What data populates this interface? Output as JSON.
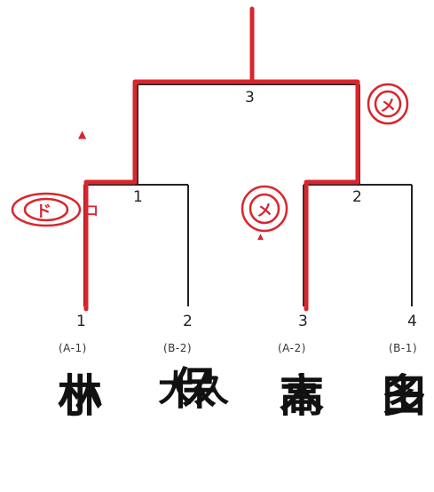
{
  "bracket": {
    "final_match_number": "3",
    "semifinal_left_number": "1",
    "semifinal_right_number": "2",
    "slots": [
      {
        "number": "1",
        "seed": "(A-1)",
        "name_line1": "小",
        "name_line2": "林"
      },
      {
        "number": "2",
        "seed": "(B-2)",
        "name_line1": "大久",
        "name_line2": "保"
      },
      {
        "number": "3",
        "seed": "(A-2)",
        "name_line1": "高",
        "name_line2": "木"
      },
      {
        "number": "4",
        "seed": "(B-1)",
        "name_line1": "多",
        "name_line2": "田"
      }
    ]
  },
  "annotations": {
    "win_mark_final": "メ",
    "win_mark_left": "ド",
    "win_mark_left_extra": "コ",
    "win_mark_right": "メ",
    "triangle_left": "▲",
    "triangle_right": "▲"
  },
  "colors": {
    "ink": "#111111",
    "line": "#222222",
    "red_pen": "#d8262e"
  }
}
